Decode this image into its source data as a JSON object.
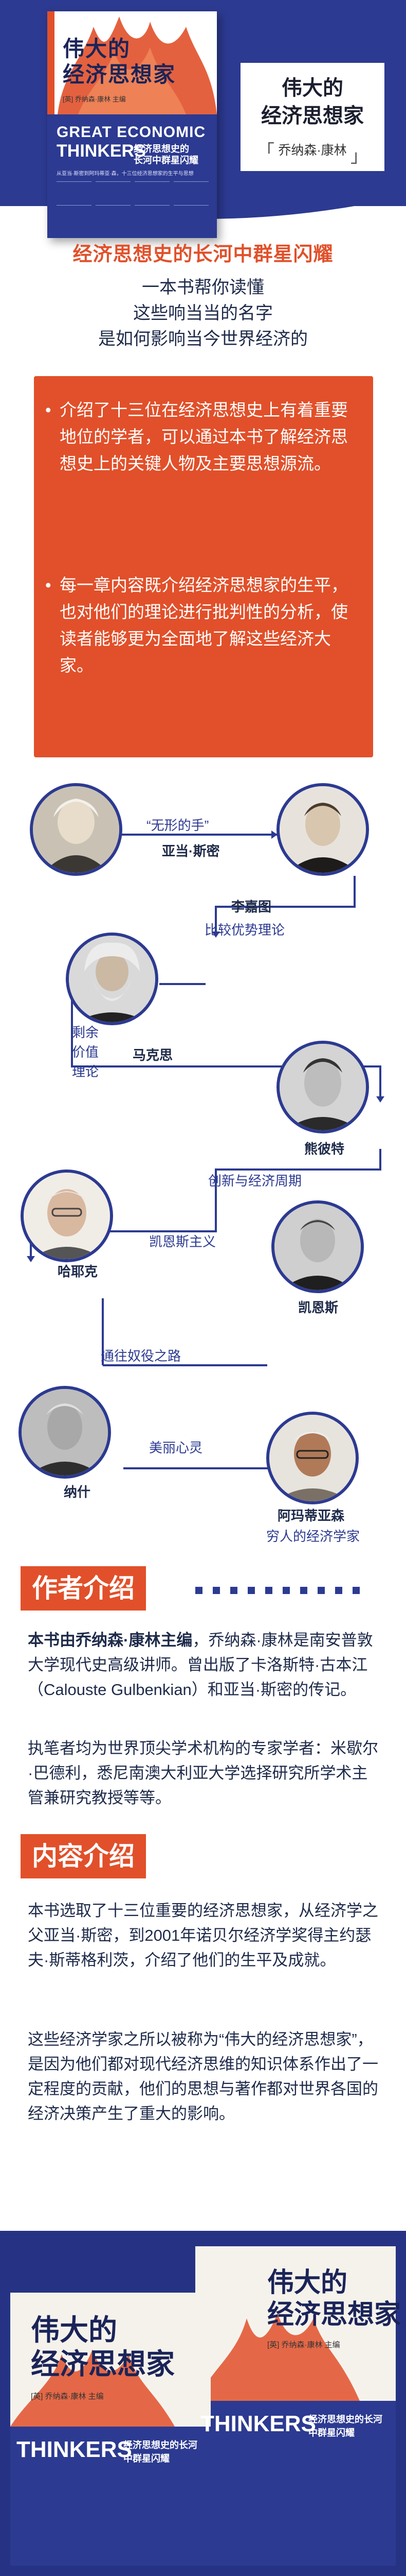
{
  "header": {
    "cover": {
      "title_line1": "伟大的",
      "title_line2": "经济思想家",
      "author_note": "[英] 乔纳森·康林 主编",
      "en_line1": "GREAT ECONOMIC",
      "en_line2": "THINKERS",
      "subtitle_line1": "经济思想史的",
      "subtitle_line2": "长河中群星闪耀",
      "description": "从亚当·斯密到阿玛蒂亚·森，十三位经济思想家的生平与思想"
    },
    "card_title_line1": "伟大的",
    "card_title_line2": "经济思想家",
    "card_author": "乔纳森·康林"
  },
  "intro": {
    "heading": "经济思想史的长河中群星闪耀",
    "line1": "一本书帮你读懂",
    "line2": "这些响当当的名字",
    "line3": "是如何影响当今世界经济的"
  },
  "points": [
    "介绍了十三位在经济思想史上有着重要地位的学者，可以通过本书了解经济思想史上的关键人物及主要思想源流。",
    "每一章内容既介绍经济思想家的生平，也对他们的理论进行批判性的分析，使读者能够更为全面地了解这些经济大家。"
  ],
  "timeline": {
    "smith": {
      "quote": "“无形的手”",
      "name": "亚当·斯密"
    },
    "ricardo": {
      "name": "李嘉图",
      "idea": "比较优势理论"
    },
    "marx": {
      "idea": "剩余价值理论",
      "name": "马克思"
    },
    "schumpeter": {
      "name": "熊彼特",
      "idea": "创新与经济周期"
    },
    "keynes": {
      "idea": "凯恩斯主义",
      "name": "凯恩斯"
    },
    "hayek": {
      "name": "哈耶克",
      "idea": "通往奴役之路"
    },
    "nash": {
      "name": "纳什",
      "idea": "美丽心灵"
    },
    "sen": {
      "name": "阿玛蒂亚森",
      "idea": "穷人的经济学家"
    }
  },
  "author_section": {
    "badge": "作者介绍",
    "p1_bold": "本书由乔纳森·康林主编",
    "p1_rest": "，乔纳森·康林是南安普敦大学现代史高级讲师。曾出版了卡洛斯特·古本江（Calouste Gulbenkian）和亚当·斯密的传记。",
    "p2": "执笔者均为世界顶尖学术机构的专家学者：米歇尔·巴德利，悉尼南澳大利亚大学选择研究所学术主管兼研究教授等等。"
  },
  "content_section": {
    "badge": "内容介绍",
    "p1": "本书选取了十三位重要的经济思想家，从经济学之父亚当·斯密，到2001年诺贝尔经济学奖得主约瑟夫·斯蒂格利茨，介绍了他们的生平及成就。",
    "p2": "这些经济学家之所以被称为“伟大的经济思想家”，是因为他们都对现代经济思维的知识体系作出了一定程度的贡献，他们的思想与著作都对世界各国的经济决策产生了重大的影响。"
  },
  "photo_books": {
    "back_title_line1": "伟大的",
    "back_title_line2": "经济思想家",
    "back_author": "[英] 乔纳森·康林 主编",
    "back_en": "THINKERS",
    "back_sub": "经济思想史的长河中群星闪耀",
    "front_title_line1": "伟大的",
    "front_title_line2": "经济思想家",
    "front_author": "[英] 乔纳森·康林 主编",
    "front_en": "THINKERS",
    "front_sub": "经济思想史的长河中群星闪耀"
  },
  "colors": {
    "accent": "#e1502a",
    "brand": "#2c3a91"
  }
}
